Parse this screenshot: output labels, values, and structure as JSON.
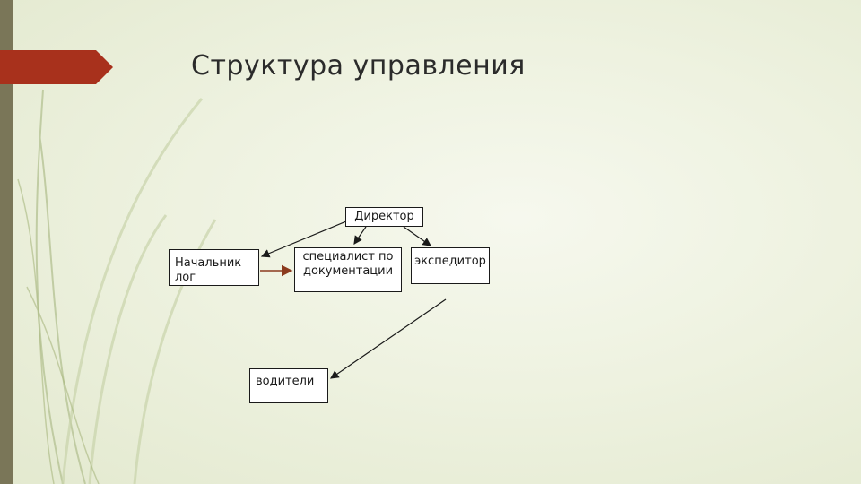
{
  "slide": {
    "title": "Структура управления"
  },
  "diagram": {
    "nodes": {
      "director": "Директор",
      "specialist": "специалист по документации",
      "forwarder": "экспедитор",
      "head": "Начальник лог",
      "drivers": "водители"
    },
    "edges": [
      {
        "from": "director",
        "to": "specialist"
      },
      {
        "from": "director",
        "to": "forwarder"
      },
      {
        "from": "director",
        "to": "head"
      },
      {
        "from": "head",
        "to": "specialist"
      },
      {
        "from": "forwarder",
        "to": "drivers"
      }
    ]
  },
  "colors": {
    "accent_arrow": "#a8311c",
    "side_bar": "#7a7658",
    "highlight_edge": "#8b3a1e"
  }
}
